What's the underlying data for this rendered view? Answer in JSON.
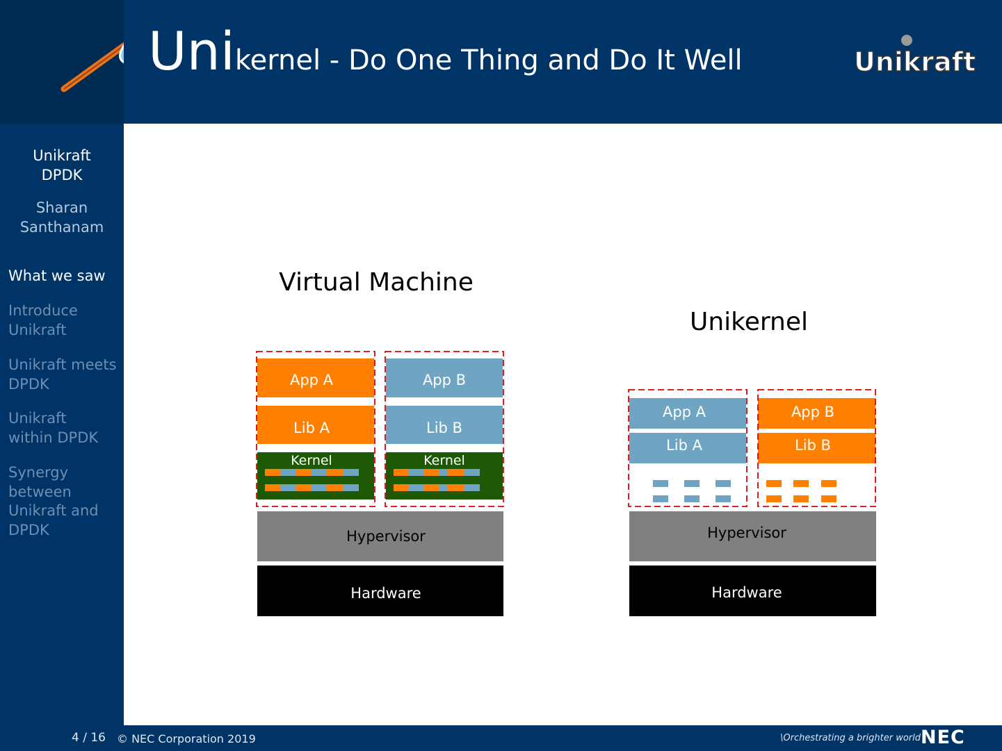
{
  "slide": {
    "title_prefix": "Uni",
    "title_rest": "kernel - Do One Thing and Do It Well",
    "logo_text": "Unikraft"
  },
  "sidebar": {
    "deck_title_line1": "Unikraft",
    "deck_title_line2": "DPDK",
    "author_line1": "Sharan",
    "author_line2": "Santhanam",
    "sections": [
      {
        "lines": [
          "What we saw"
        ],
        "active": true
      },
      {
        "lines": [
          "Introduce",
          "Unikraft"
        ],
        "active": false
      },
      {
        "lines": [
          "Unikraft meets",
          "DPDK"
        ],
        "active": false
      },
      {
        "lines": [
          "Unikraft",
          "within DPDK"
        ],
        "active": false
      },
      {
        "lines": [
          "Synergy",
          "between",
          "Unikraft and",
          "DPDK"
        ],
        "active": false
      }
    ]
  },
  "diagram": {
    "vm_title": "Virtual Machine",
    "uk_title": "Unikernel",
    "vm_app_a": "App A",
    "vm_app_b": "App B",
    "vm_lib_a": "Lib A",
    "vm_lib_b": "Lib B",
    "vm_kernel_a": "Kernel",
    "vm_kernel_b": "Kernel",
    "vm_hypervisor": "Hypervisor",
    "vm_hardware": "Hardware",
    "uk_app_a": "App A",
    "uk_app_b": "App B",
    "uk_lib_a": "Lib A",
    "uk_lib_b": "Lib B",
    "uk_hypervisor": "Hypervisor",
    "uk_hardware": "Hardware",
    "colors": {
      "orange": "#ff8000",
      "steel_blue": "#6fa4c2",
      "kernel_green": "#1e5a06",
      "hypervisor_gray": "#808080",
      "hardware_black": "#000000",
      "dash_red": "#dd0000"
    }
  },
  "footer": {
    "page": "4 / 16",
    "copyright": "© NEC Corporation 2019",
    "tagline": "\\Orchestrating a brighter world",
    "brand": "NEC"
  }
}
